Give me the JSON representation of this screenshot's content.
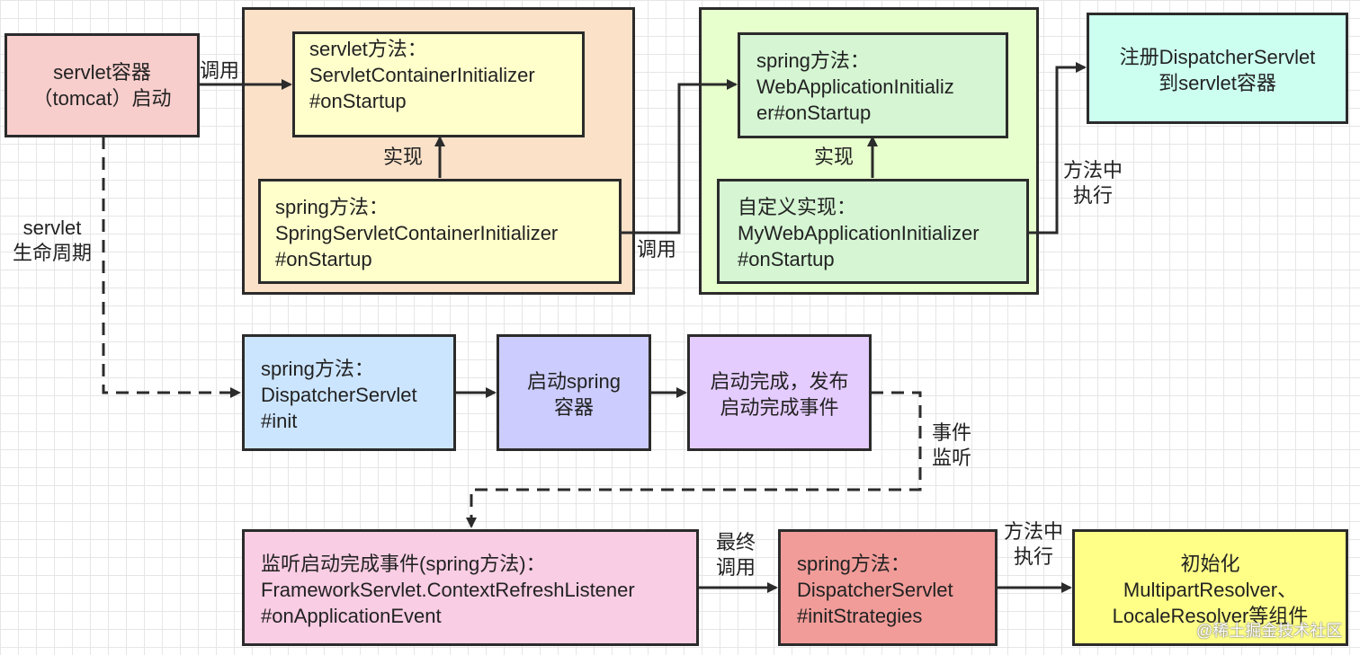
{
  "boxes": {
    "tomcat": [
      "servlet容器",
      "（tomcat）启动"
    ],
    "sci": [
      "servlet方法：",
      "ServletContainerInitializer",
      "#onStartup"
    ],
    "spring_sci": [
      "spring方法：",
      "SpringServletContainerInitializer",
      "#onStartup"
    ],
    "wai": [
      "spring方法：",
      "WebApplicationInitializ",
      "er#onStartup"
    ],
    "my_wai": [
      "自定义实现：",
      "MyWebApplicationInitializer",
      "#onStartup"
    ],
    "register": [
      "注册DispatcherServlet",
      "到servlet容器"
    ],
    "ds_init": [
      "spring方法：",
      "DispatcherServlet",
      "#init"
    ],
    "start_spring": [
      "启动spring",
      "容器"
    ],
    "publish": [
      "启动完成，发布",
      "启动完成事件"
    ],
    "listener": [
      "监听启动完成事件(spring方法)：",
      "FrameworkServlet.ContextRefreshListener",
      "#onApplicationEvent"
    ],
    "init_strategies": [
      "spring方法：",
      "DispatcherServlet",
      "#initStrategies"
    ],
    "components": [
      "初始化",
      "MultipartResolver、",
      "LocaleResolver等组件"
    ]
  },
  "labels": {
    "call1": [
      "调用"
    ],
    "impl1": [
      "实现"
    ],
    "call2": [
      "调用"
    ],
    "impl2": [
      "实现"
    ],
    "exec1": [
      "方法中",
      "执行"
    ],
    "lifecycle": [
      "servlet",
      "生命周期"
    ],
    "event_listen": [
      "事件",
      "监听"
    ],
    "final_call": [
      "最终",
      "调用"
    ],
    "exec2": [
      "方法中",
      "执行"
    ]
  },
  "watermark": "@稀土掘金技术社区",
  "colors": {
    "tomcat": "#f8cecc",
    "group_left": "#fbe1c8",
    "yellow_light": "#ffffcc",
    "group_right": "#e6ffcc",
    "green_box": "#d5f5d3",
    "register": "#ccfff0",
    "ds_init": "#cce5ff",
    "start_spring": "#ccccff",
    "publish": "#e5ccff",
    "listener": "#f9cde4",
    "init_strategies": "#f19c99",
    "components": "#ffff88",
    "stroke": "#2b2b2b"
  }
}
